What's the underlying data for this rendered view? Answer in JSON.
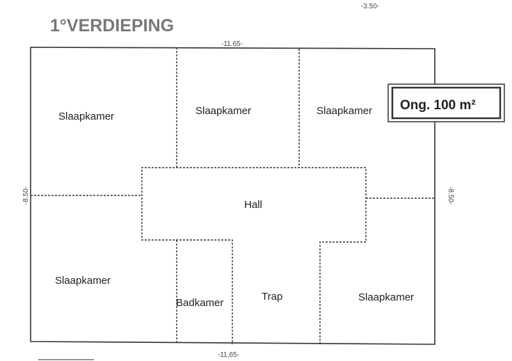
{
  "title": "1°VERDIEPING",
  "dimensions": {
    "top_right": "-3.50-",
    "top": "-11.65-",
    "bottom": "-11,65-",
    "left": "-8.50-",
    "right": "-8.50-"
  },
  "area_badge": "Ong. 100 m²",
  "rooms": {
    "bedroom_top_left": "Slaapkamer",
    "bedroom_top_middle": "Slaapkamer",
    "bedroom_top_right": "Slaapkamer",
    "hall": "Hall",
    "bedroom_bottom_left": "Slaapkamer",
    "bathroom": "Badkamer",
    "stairs": "Trap",
    "bedroom_bottom_right": "Slaapkamer"
  }
}
